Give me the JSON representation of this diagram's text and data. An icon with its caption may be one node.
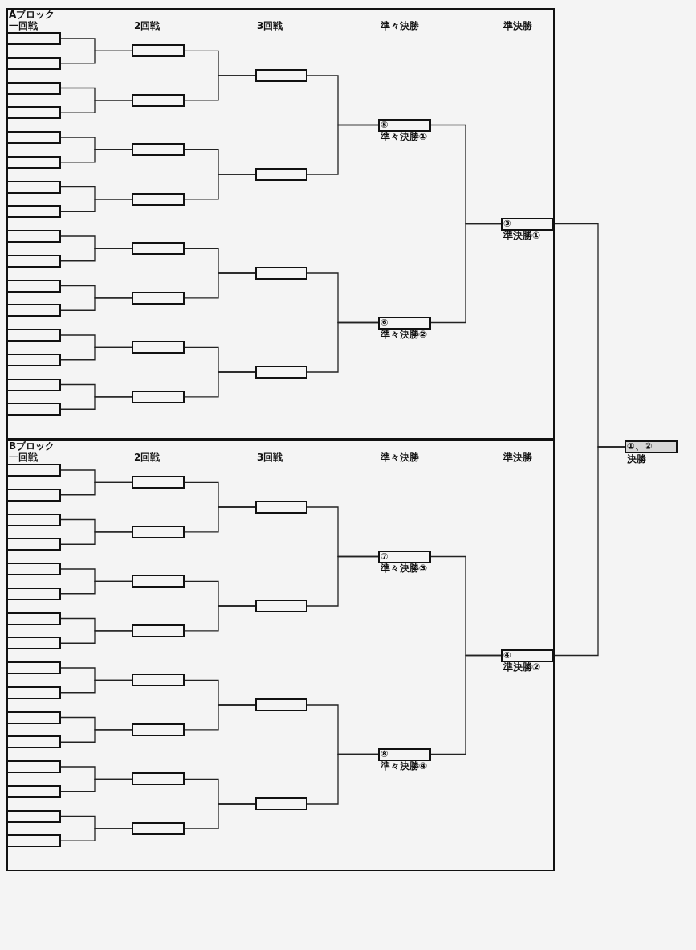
{
  "diagram": {
    "nodes": [
      {
        "text": [
          "Aブロック"
        ]
      },
      {
        "text": [],
        "shape": "box",
        "in": 0
      },
      {
        "text": [],
        "shape": "box",
        "in": 0
      },
      {
        "text": [],
        "shape": "box",
        "in": 0
      },
      {
        "text": [],
        "shape": "box",
        "in": 0
      },
      {
        "text": [],
        "shape": "box",
        "in": 0
      },
      {
        "text": [],
        "shape": "box",
        "in": 0
      },
      {
        "text": [],
        "shape": "box",
        "in": 0
      },
      {
        "text": [],
        "shape": "box",
        "in": 0
      },
      {
        "text": [],
        "shape": "box",
        "in": 0
      },
      {
        "text": [],
        "shape": "box",
        "in": 0
      },
      {
        "text": [],
        "shape": "box",
        "in": 0
      },
      {
        "text": [],
        "shape": "box",
        "in": 0
      },
      {
        "text": [],
        "shape": "box",
        "in": 0
      },
      {
        "text": [],
        "shape": "box",
        "in": 0
      },
      {
        "text": [],
        "shape": "box",
        "in": 0
      },
      {
        "text": [],
        "shape": "box",
        "in": 0
      },
      {
        "text": [],
        "shape": "box",
        "in": 0
      },
      {
        "text": [],
        "shape": "box",
        "in": 0
      },
      {
        "text": [],
        "shape": "box",
        "in": 0
      },
      {
        "text": [],
        "shape": "box",
        "in": 0
      },
      {
        "text": [],
        "shape": "box",
        "in": 0
      },
      {
        "text": [],
        "shape": "box",
        "in": 0
      },
      {
        "text": [],
        "shape": "box",
        "in": 0
      },
      {
        "text": [],
        "shape": "box",
        "in": 0
      },
      {
        "text": [],
        "shape": "box",
        "in": 0
      },
      {
        "text": [],
        "shape": "box",
        "in": 0
      },
      {
        "text": [],
        "shape": "box",
        "in": 0
      },
      {
        "text": [],
        "shape": "box",
        "in": 0
      },
      {
        "text": [
          "⑤"
        ],
        "beside": [
          "準々決勝①"
        ],
        "in": 0
      },
      {
        "text": [
          "⑥"
        ],
        "beside": [
          "準々決勝②"
        ],
        "in": 0
      },
      {
        "text": [
          "③"
        ],
        "beside": [
          "準決勝①"
        ],
        "in": 0
      },
      {
        "text": [
          "Bブロック"
        ]
      },
      {
        "text": [],
        "shape": "box",
        "in": 32
      },
      {
        "text": [],
        "shape": "box",
        "in": 32
      },
      {
        "text": [],
        "shape": "box",
        "in": 32
      },
      {
        "text": [],
        "shape": "box",
        "in": 32
      },
      {
        "text": [],
        "shape": "box",
        "in": 32
      },
      {
        "text": [],
        "shape": "box",
        "in": 32
      },
      {
        "text": [],
        "shape": "box",
        "in": 32
      },
      {
        "text": [],
        "shape": "box",
        "in": 32
      },
      {
        "text": [],
        "shape": "box",
        "in": 32
      },
      {
        "text": [],
        "shape": "box",
        "in": 32
      },
      {
        "text": [],
        "shape": "box",
        "in": 32
      },
      {
        "text": [],
        "shape": "box",
        "in": 32
      },
      {
        "text": [],
        "shape": "box",
        "in": 32
      },
      {
        "text": [],
        "shape": "box",
        "in": 32
      },
      {
        "text": [],
        "shape": "box",
        "in": 32
      },
      {
        "text": [],
        "shape": "box",
        "in": 32
      },
      {
        "text": [],
        "shape": "box",
        "in": 32
      },
      {
        "text": [],
        "shape": "box",
        "in": 32
      },
      {
        "text": [],
        "shape": "box",
        "in": 32
      },
      {
        "text": [],
        "shape": "box",
        "in": 32
      },
      {
        "text": [],
        "shape": "box",
        "in": 32
      },
      {
        "text": [],
        "shape": "box",
        "in": 32
      },
      {
        "text": [],
        "shape": "box",
        "in": 32
      },
      {
        "text": [],
        "shape": "box",
        "in": 32
      },
      {
        "text": [],
        "shape": "box",
        "in": 32
      },
      {
        "text": [],
        "shape": "box",
        "in": 32
      },
      {
        "text": [],
        "shape": "box",
        "in": 32
      },
      {
        "text": [],
        "shape": "box",
        "in": 32
      },
      {
        "text": [
          "⑦"
        ],
        "beside": [
          "準々決勝③"
        ],
        "in": 32
      },
      {
        "text": [
          "⑧"
        ],
        "beside": [
          "準々決勝④"
        ],
        "in": 32
      },
      {
        "text": [
          "④"
        ],
        "beside": [
          "準決勝②"
        ],
        "in": 32
      },
      {
        "text": [
          "①、②"
        ],
        "beside": [
          "決勝"
        ]
      }
    ],
    "edges": [
      {
        "from": 1,
        "to": 17,
        "arrow": "none"
      },
      {
        "from": 2,
        "to": 17,
        "arrow": "none"
      },
      {
        "from": 3,
        "to": 18,
        "arrow": "none"
      },
      {
        "from": 4,
        "to": 18,
        "arrow": "none"
      },
      {
        "from": 5,
        "to": 19,
        "arrow": "none"
      },
      {
        "from": 6,
        "to": 19,
        "arrow": "none"
      },
      {
        "from": 7,
        "to": 20,
        "arrow": "none"
      },
      {
        "from": 8,
        "to": 20,
        "arrow": "none"
      },
      {
        "from": 9,
        "to": 21,
        "arrow": "none"
      },
      {
        "from": 10,
        "to": 21,
        "arrow": "none"
      },
      {
        "from": 11,
        "to": 22,
        "arrow": "none"
      },
      {
        "from": 12,
        "to": 22,
        "arrow": "none"
      },
      {
        "from": 13,
        "to": 23,
        "arrow": "none"
      },
      {
        "from": 14,
        "to": 23,
        "arrow": "none"
      },
      {
        "from": 15,
        "to": 24,
        "arrow": "none"
      },
      {
        "from": 16,
        "to": 24,
        "arrow": "none"
      },
      {
        "from": 17,
        "to": 25,
        "arrow": "none"
      },
      {
        "from": 18,
        "to": 25,
        "arrow": "none"
      },
      {
        "from": 19,
        "to": 26,
        "arrow": "none"
      },
      {
        "from": 20,
        "to": 26,
        "arrow": "none"
      },
      {
        "from": 21,
        "to": 27,
        "arrow": "none"
      },
      {
        "from": 22,
        "to": 27,
        "arrow": "none"
      },
      {
        "from": 23,
        "to": 28,
        "arrow": "none"
      },
      {
        "from": 24,
        "to": 28,
        "arrow": "none"
      },
      {
        "from": 25,
        "to": 29,
        "arrow": "none"
      },
      {
        "from": 26,
        "to": 29,
        "arrow": "none"
      },
      {
        "from": 27,
        "to": 30,
        "arrow": "none"
      },
      {
        "from": 28,
        "to": 30,
        "arrow": "none"
      },
      {
        "from": 29,
        "to": 31,
        "arrow": "none"
      },
      {
        "from": 30,
        "to": 31,
        "arrow": "none"
      },
      {
        "from": 33,
        "to": 49,
        "arrow": "none"
      },
      {
        "from": 34,
        "to": 49,
        "arrow": "none"
      },
      {
        "from": 35,
        "to": 50,
        "arrow": "none"
      },
      {
        "from": 36,
        "to": 50,
        "arrow": "none"
      },
      {
        "from": 37,
        "to": 51,
        "arrow": "none"
      },
      {
        "from": 38,
        "to": 51,
        "arrow": "none"
      },
      {
        "from": 39,
        "to": 52,
        "arrow": "none"
      },
      {
        "from": 40,
        "to": 52,
        "arrow": "none"
      },
      {
        "from": 41,
        "to": 53,
        "arrow": "none"
      },
      {
        "from": 42,
        "to": 53,
        "arrow": "none"
      },
      {
        "from": 43,
        "to": 54,
        "arrow": "none"
      },
      {
        "from": 44,
        "to": 54,
        "arrow": "none"
      },
      {
        "from": 45,
        "to": 55,
        "arrow": "none"
      },
      {
        "from": 46,
        "to": 55,
        "arrow": "none"
      },
      {
        "from": 47,
        "to": 56,
        "arrow": "none"
      },
      {
        "from": 48,
        "to": 56,
        "arrow": "none"
      },
      {
        "from": 49,
        "to": 57,
        "arrow": "none"
      },
      {
        "from": 50,
        "to": 57,
        "arrow": "none"
      },
      {
        "from": 51,
        "to": 58,
        "arrow": "none"
      },
      {
        "from": 52,
        "to": 58,
        "arrow": "none"
      },
      {
        "from": 53,
        "to": 59,
        "arrow": "none"
      },
      {
        "from": 54,
        "to": 59,
        "arrow": "none"
      },
      {
        "from": 55,
        "to": 60,
        "arrow": "none"
      },
      {
        "from": 56,
        "to": 60,
        "arrow": "none"
      },
      {
        "from": 57,
        "to": 61,
        "arrow": "none"
      },
      {
        "from": 58,
        "to": 61,
        "arrow": "none"
      },
      {
        "from": 59,
        "to": 62,
        "arrow": "none"
      },
      {
        "from": 60,
        "to": 62,
        "arrow": "none"
      },
      {
        "from": 61,
        "to": 63,
        "arrow": "none"
      },
      {
        "from": 62,
        "to": 63,
        "arrow": "none"
      },
      {
        "from": 31,
        "to": 64,
        "arrow": "none"
      },
      {
        "from": 63,
        "to": 64,
        "arrow": "none"
      }
    ],
    "labels": [
      "一回戦",
      "2回戦",
      "3回戦",
      "準々決勝",
      "準決勝",
      "一回戦",
      "2回戦",
      "3回戦",
      "準々決勝",
      "準決勝"
    ]
  }
}
